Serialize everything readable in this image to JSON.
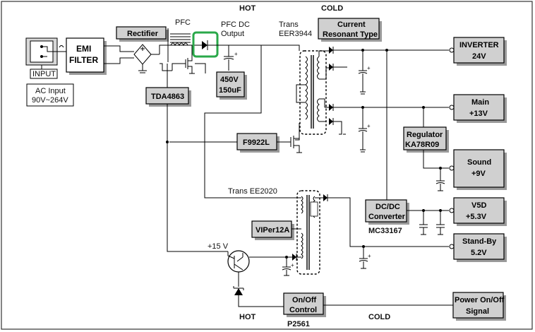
{
  "labels": {
    "hot_top": "HOT",
    "cold_top": "COLD",
    "hot_bottom": "HOT",
    "cold_bottom": "COLD",
    "pfc": "PFC",
    "pfc_dc_output_1": "PFC DC",
    "pfc_dc_output_2": "Output",
    "trans_main_1": "Trans",
    "trans_main_2": "EER3944",
    "trans_ee2020": "Trans EE2020",
    "v15": "+15 V",
    "mc33167": "MC33167",
    "p2561": "P2561"
  },
  "blocks": {
    "input": "INPUT",
    "ac_input_1": "AC Input",
    "ac_input_2": "90V~264V",
    "emi_1": "EMI",
    "emi_2": "FILTER",
    "rectifier": "Rectifier",
    "tda4863": "TDA4863",
    "cap_1": "450V",
    "cap_2": "150uF",
    "current_resonant_1": "Current",
    "current_resonant_2": "Resonant Type",
    "f9922l": "F9922L",
    "viper12a": "VIPer12A",
    "regulator_1": "Regulator",
    "regulator_2": "KA78R09",
    "dcdc_1": "DC/DC",
    "dcdc_2": "Converter",
    "onoff_1": "On/Off",
    "onoff_2": "Control"
  },
  "outputs": {
    "inverter_1": "INVERTER",
    "inverter_2": "24V",
    "main_1": "Main",
    "main_2": "+13V",
    "sound_1": "Sound",
    "sound_2": "+9V",
    "v5d_1": "V5D",
    "v5d_2": "+5.3V",
    "standby_1": "Stand-By",
    "standby_2": "5.2V",
    "power_1": "Power On/Off",
    "power_2": "Signal"
  },
  "colors": {
    "highlight": "#2aa84a",
    "block_fill": "#d0d0d0",
    "shadow": "#9a9a9a"
  }
}
